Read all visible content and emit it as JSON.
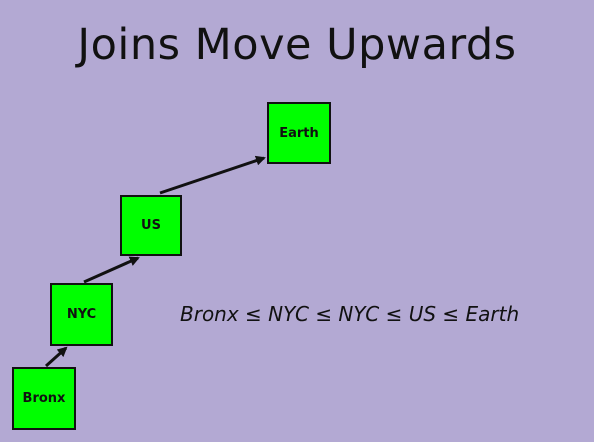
{
  "slide": {
    "title": "Joins Move Upwards",
    "formula": "Bronx ≤ NYC ≤ NYC ≤ US ≤ Earth"
  },
  "nodes": {
    "earth": "Earth",
    "us": "US",
    "nyc": "NYC",
    "bronx": "Bronx"
  },
  "colors": {
    "background": "#b3a9d3",
    "node_fill": "#00ff00",
    "node_border": "#111111",
    "text": "#111111",
    "arrow": "#111111"
  }
}
